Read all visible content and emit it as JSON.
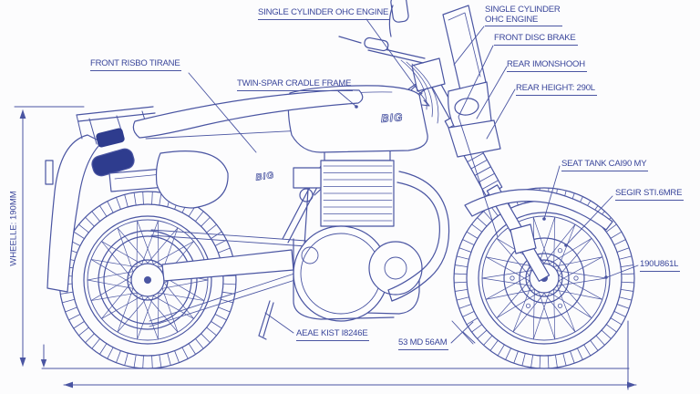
{
  "colors": {
    "line": "#4a55a2",
    "dark": "#2e3c8e",
    "text": "#39459a",
    "background": "#fcfcfd"
  },
  "badges": {
    "tank": "BIG",
    "side": "BIG"
  },
  "callouts": {
    "engine_left": "SINGLE CYLINDER OHC ENGINE",
    "engine_right": "SINGLE CYLINDER\nOHC ENGINE",
    "front_disc_brake": "FRONT DISC BRAKE",
    "front_tire": "FRONT RISBO TIRANE",
    "twin_spar": "TWIN-SPAR CRADLE FRAME",
    "rear_shock": "REAR IMONSHOOH",
    "rear_height": "REAR HEIGHT: 290L",
    "seat_tank": "SEAT TANK CAI90 MY",
    "segir": "SEGIR STI.6MRE",
    "front_spokes": "190U861L",
    "stand": "AEAE KIST I8246E",
    "ground": "53 MD 56AM",
    "wheelbase": "WHEELLE: 190MM"
  }
}
